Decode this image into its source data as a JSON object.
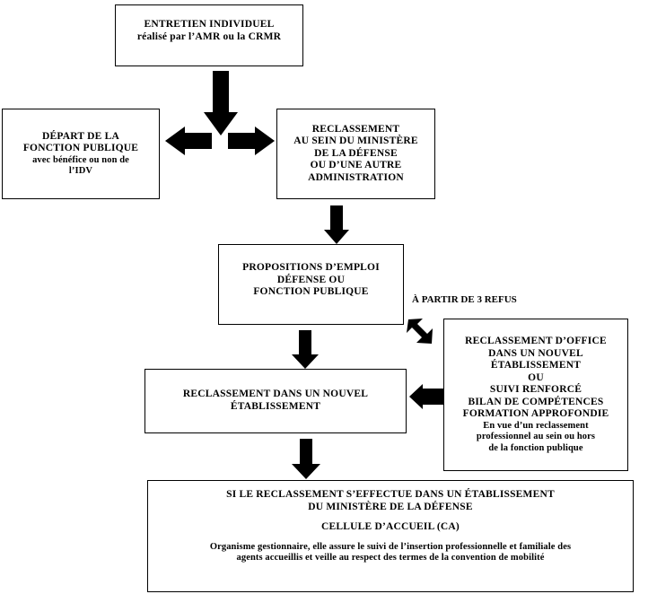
{
  "diagram": {
    "type": "flowchart",
    "title": "Parcours de reclassement / depart de la fonction publique",
    "background_color": "#ffffff",
    "stroke_color": "#000000"
  },
  "nodes": {
    "entretien": {
      "lines": [
        "ENTRETIEN INDIVIDUEL",
        "réalisé par l’AMR ou la CRMR"
      ]
    },
    "depart": {
      "lines": [
        "DÉPART DE LA",
        "FONCTION PUBLIQUE",
        "avec bénéfice ou non de",
        "l’IDV"
      ]
    },
    "reclassement_ministere": {
      "lines": [
        "RECLASSEMENT",
        "AU SEIN DU MINISTÈRE",
        "DE LA DÉFENSE",
        "OU D’UNE AUTRE",
        "ADMINISTRATION"
      ]
    },
    "propositions": {
      "lines": [
        "PROPOSITIONS D’EMPLOI",
        "DÉFENSE OU",
        "FONCTION PUBLIQUE"
      ]
    },
    "reclassement_office": {
      "lines_caps": [
        "RECLASSEMENT D’OFFICE",
        "DANS UN NOUVEL",
        "ÉTABLISSEMENT",
        "OU",
        "SUIVI RENFORCÉ",
        "BILAN DE COMPÉTENCES",
        "FORMATION APPROFONDIE"
      ],
      "lines_small": [
        "En vue d’un reclassement",
        "professionnel au sein ou hors",
        "de la fonction publique"
      ]
    },
    "reclassement_nouvel": {
      "lines": [
        "RECLASSEMENT DANS UN NOUVEL",
        "ÉTABLISSEMENT"
      ]
    },
    "cellule": {
      "lines_top": [
        "SI LE RECLASSEMENT S’EFFECTUE DANS UN ÉTABLISSEMENT",
        "DU MINISTÈRE DE LA DÉFENSE"
      ],
      "lines_mid": [
        "CELLULE D’ACCUEIL (CA)"
      ],
      "lines_bottom": [
        "Organisme gestionnaire, elle assure le suivi de l’insertion professionnelle et familiale des",
        "agents accueillis et veille au respect des termes de la convention de mobilité"
      ]
    }
  },
  "labels": {
    "trois_refus": "À PARTIR DE 3 REFUS"
  },
  "arrows": {
    "entretien_down": "arrow-down",
    "split_left": "arrow-left",
    "split_right": "arrow-right",
    "ministere_down": "arrow-down",
    "propositions_down": "arrow-down",
    "refus_diagonal": "arrow-diagonal-down-right",
    "office_left": "arrow-left",
    "nouvel_down": "arrow-down"
  }
}
